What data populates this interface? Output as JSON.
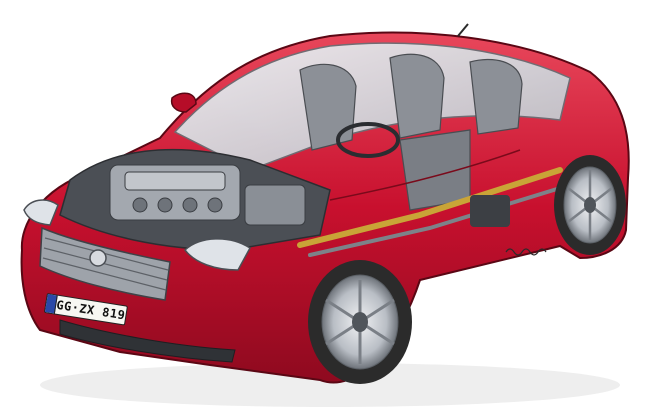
{
  "illustration": {
    "subject": "cutaway-car",
    "license_plate": "GG·ZX 819",
    "artist_signature": "signature",
    "colors": {
      "body": "#c8102e",
      "body_dark": "#8e0a1f",
      "body_highlight": "#e8475b",
      "glass": "#d9dde2",
      "engine": "#8a8f96",
      "tyre": "#2b2b2b",
      "rim": "#c7cbd0",
      "background": "#ffffff"
    }
  }
}
